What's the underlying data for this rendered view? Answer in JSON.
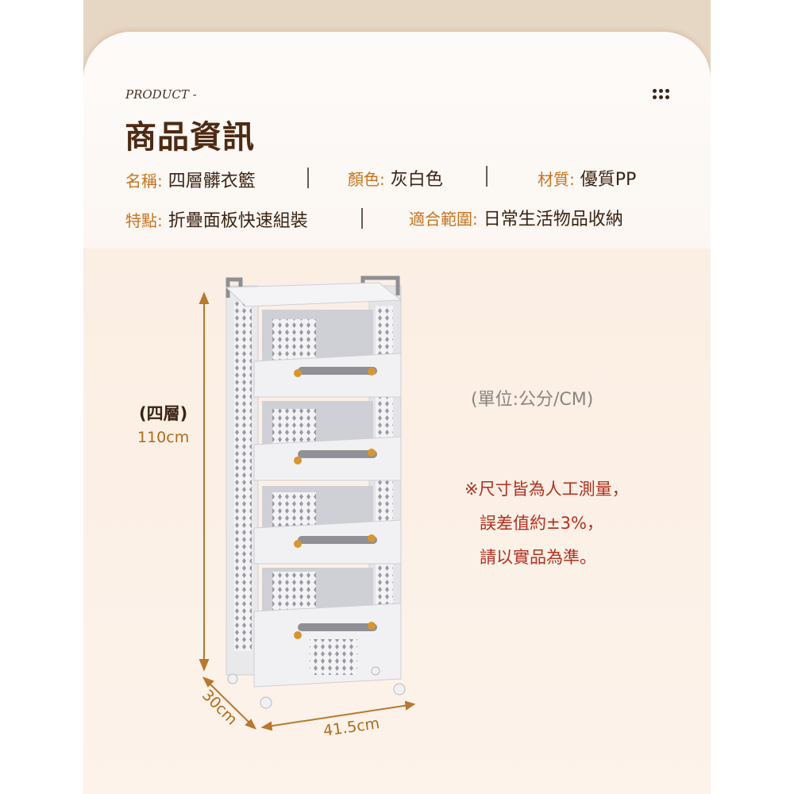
{
  "header": {
    "eyebrow": "PRODUCT -",
    "title": "商品資訊"
  },
  "specs": [
    {
      "label": "名稱:",
      "value": "四層髒衣籃"
    },
    {
      "label": "顏色:",
      "value": "灰白色"
    },
    {
      "label": "材質:",
      "value": "優質PP"
    },
    {
      "label": "特點:",
      "value": "折疊面板快速組裝"
    },
    {
      "label": "適合範圍:",
      "value": "日常生活物品收納"
    }
  ],
  "dimensions": {
    "tiers": "(四層)",
    "height": "110cm",
    "depth": "30cm",
    "width": "41.5cm",
    "unit": "(單位:公分/CM)"
  },
  "notes": [
    "※尺寸皆為人工測量，",
    "誤差值約±3%，",
    "請以實品為準。"
  ],
  "colors": {
    "accent": "#c8731e",
    "title": "#4e2a12",
    "note": "#b3301f"
  }
}
